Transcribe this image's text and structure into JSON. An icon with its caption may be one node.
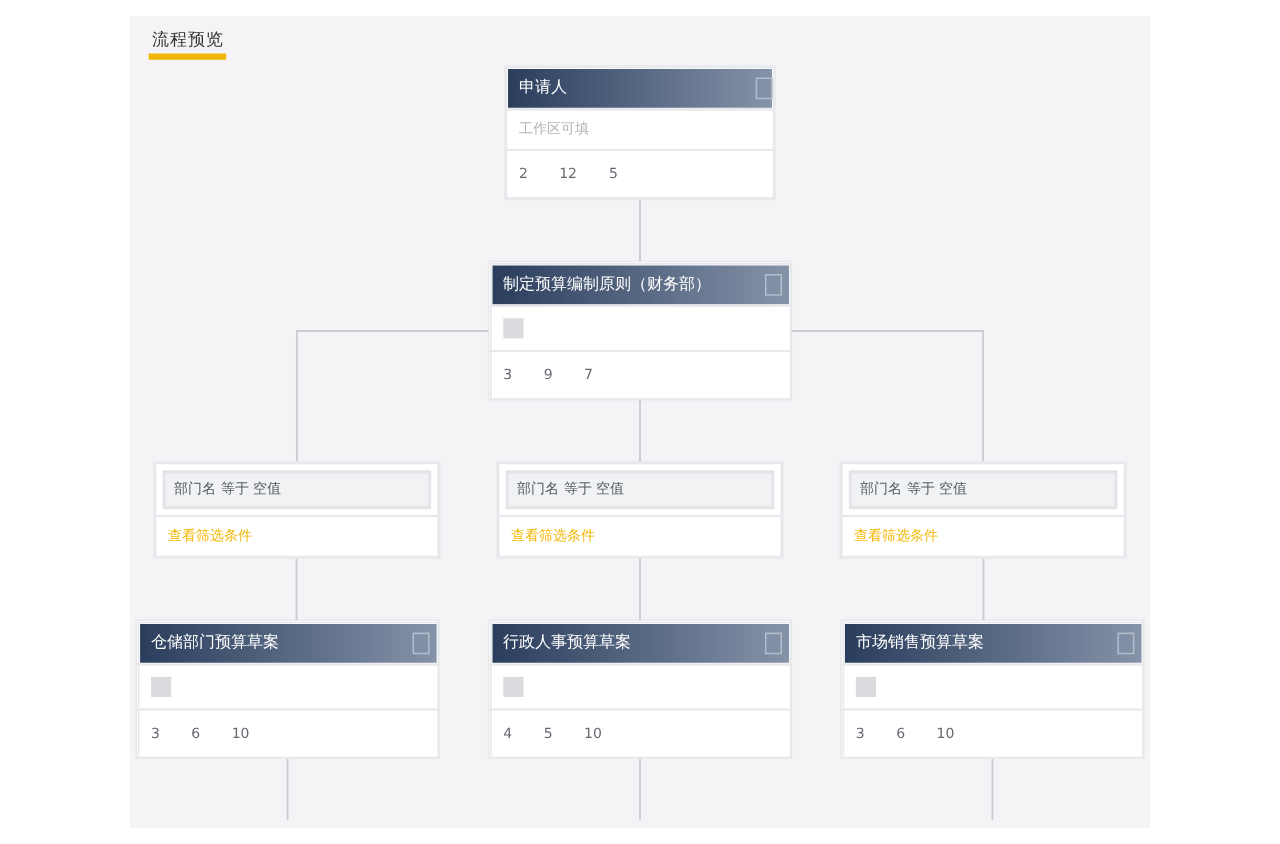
{
  "diagram": {
    "title": "流程预览",
    "nodes": [
      {
        "text": [
          "申请人",
          "工作区可填",
          "2",
          "12",
          "5"
        ]
      },
      {
        "text": [
          "制定预算编制原则（财务部）",
          "3",
          "9",
          "7"
        ]
      },
      {
        "text": [
          "部门名 等于 空值",
          "查看筛选条件"
        ]
      },
      {
        "text": [
          "部门名 等于 空值",
          "查看筛选条件"
        ]
      },
      {
        "text": [
          "部门名 等于 空值",
          "查看筛选条件"
        ]
      },
      {
        "text": [
          "仓储部门预算草案",
          "3",
          "6",
          "10"
        ]
      },
      {
        "text": [
          "行政人事预算草案",
          "4",
          "5",
          "10"
        ]
      },
      {
        "text": [
          "市场销售预算草案",
          "3",
          "6",
          "10"
        ]
      }
    ],
    "edges": [
      {
        "from": 0,
        "to": 1,
        "arrow": "none"
      },
      {
        "from": 1,
        "to": 2,
        "arrow": "none"
      },
      {
        "from": 1,
        "to": 3,
        "arrow": "none"
      },
      {
        "from": 1,
        "to": 4,
        "arrow": "none"
      },
      {
        "from": 2,
        "to": 5,
        "arrow": "none"
      },
      {
        "from": 3,
        "to": 6,
        "arrow": "none"
      },
      {
        "from": 4,
        "to": 7,
        "arrow": "none"
      },
      {
        "from": 5,
        "to": null,
        "arrow": "none"
      },
      {
        "from": 6,
        "to": null,
        "arrow": "none"
      },
      {
        "from": 7,
        "to": null,
        "arrow": "none"
      }
    ]
  }
}
